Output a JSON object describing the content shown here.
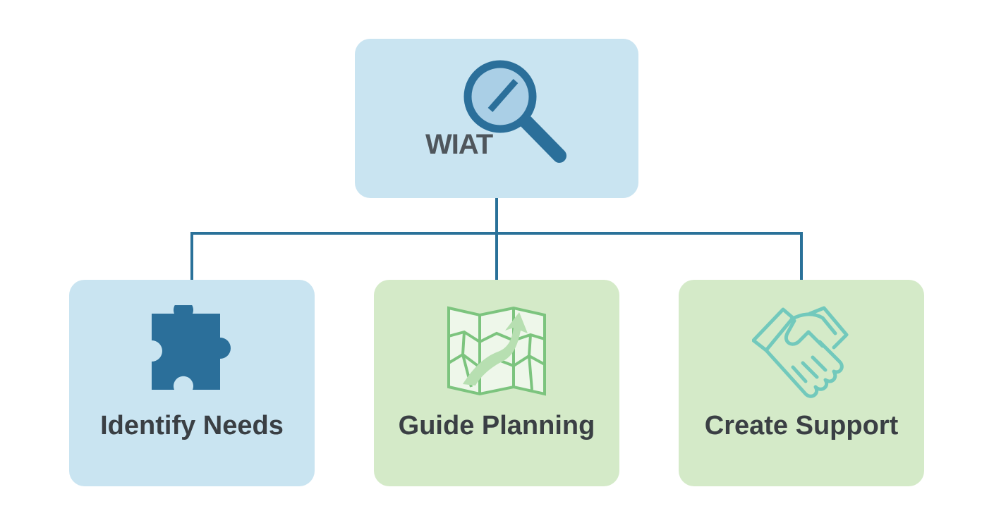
{
  "colors": {
    "connector": "#2a7199",
    "blue_box": "#c9e4f1",
    "green_box": "#d4eac8",
    "text_dark": "#3a3f44",
    "text_root": "#4f565c",
    "icon_blue": "#2b6f9a",
    "icon_blue_light": "#aacfe6",
    "icon_green": "#7cc47e",
    "icon_green_light": "#b7dfb1",
    "icon_teal": "#72c9bc"
  },
  "root": {
    "label": "WIAT",
    "icon": "magnifying-glass-icon"
  },
  "children": [
    {
      "label": "Identify Needs",
      "icon": "puzzle-piece-icon"
    },
    {
      "label": "Guide Planning",
      "icon": "folded-map-icon"
    },
    {
      "label": "Create Support",
      "icon": "handshake-icon"
    }
  ]
}
